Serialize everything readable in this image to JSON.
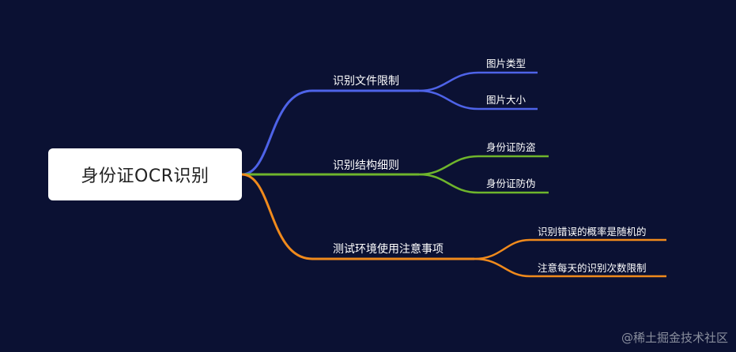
{
  "mindmap": {
    "root": "身份证OCR识别",
    "branches": [
      {
        "label": "识别文件限制",
        "color": "#4e63e8",
        "children": [
          "图片类型",
          "图片大小"
        ]
      },
      {
        "label": "识别结构细则",
        "color": "#6fb52c",
        "children": [
          "身份证防盗",
          "身份证防伪"
        ]
      },
      {
        "label": "测试环境使用注意事项",
        "color": "#f08a1c",
        "children": [
          "识别错误的概率是随机的",
          "注意每天的识别次数限制"
        ]
      }
    ]
  },
  "watermark": "@稀土掘金技术社区"
}
